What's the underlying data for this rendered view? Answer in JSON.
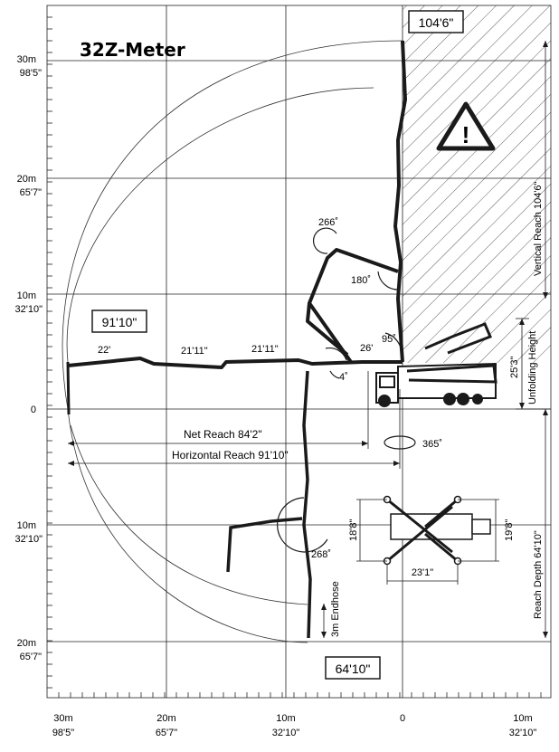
{
  "title": "32Z-Meter",
  "y_axis": [
    {
      "m": "30m",
      "ft": "98'5\""
    },
    {
      "m": "20m",
      "ft": "65'7\""
    },
    {
      "m": "10m",
      "ft": "32'10\""
    },
    {
      "m": "0",
      "ft": ""
    },
    {
      "m": "10m",
      "ft": "32'10\""
    },
    {
      "m": "20m",
      "ft": "65'7\""
    }
  ],
  "x_axis": [
    {
      "m": "30m",
      "ft": "98'5\""
    },
    {
      "m": "20m",
      "ft": "65'7\""
    },
    {
      "m": "10m",
      "ft": "32'10\""
    },
    {
      "m": "0",
      "ft": ""
    },
    {
      "m": "10m",
      "ft": "32'10\""
    }
  ],
  "boxes": {
    "top": "104'6\"",
    "left": "91'10\"",
    "bottom": "64'10\""
  },
  "sections": [
    "22'",
    "21'11\"",
    "21'11\"",
    "26'"
  ],
  "angles": {
    "a266": "266˚",
    "a180": "180˚",
    "a95": "95˚",
    "a4": "4˚",
    "a365": "365˚",
    "a268": "268˚"
  },
  "labels": {
    "net_reach": "Net Reach 84'2\"",
    "horizontal_reach": "Horizontal Reach 91'10\"",
    "vertical_reach": "Vertical Reach 104'6\"",
    "unfolding_height": "Unfolding Height",
    "unfolding_value": "25'3\"",
    "reach_depth": "Reach Depth 64'10\"",
    "endhose": "3m Endhose"
  },
  "outrigger": {
    "width_front": "18'8\"",
    "width_rear": "19'8\"",
    "spread": "23'1\""
  },
  "warning_symbol": "!"
}
